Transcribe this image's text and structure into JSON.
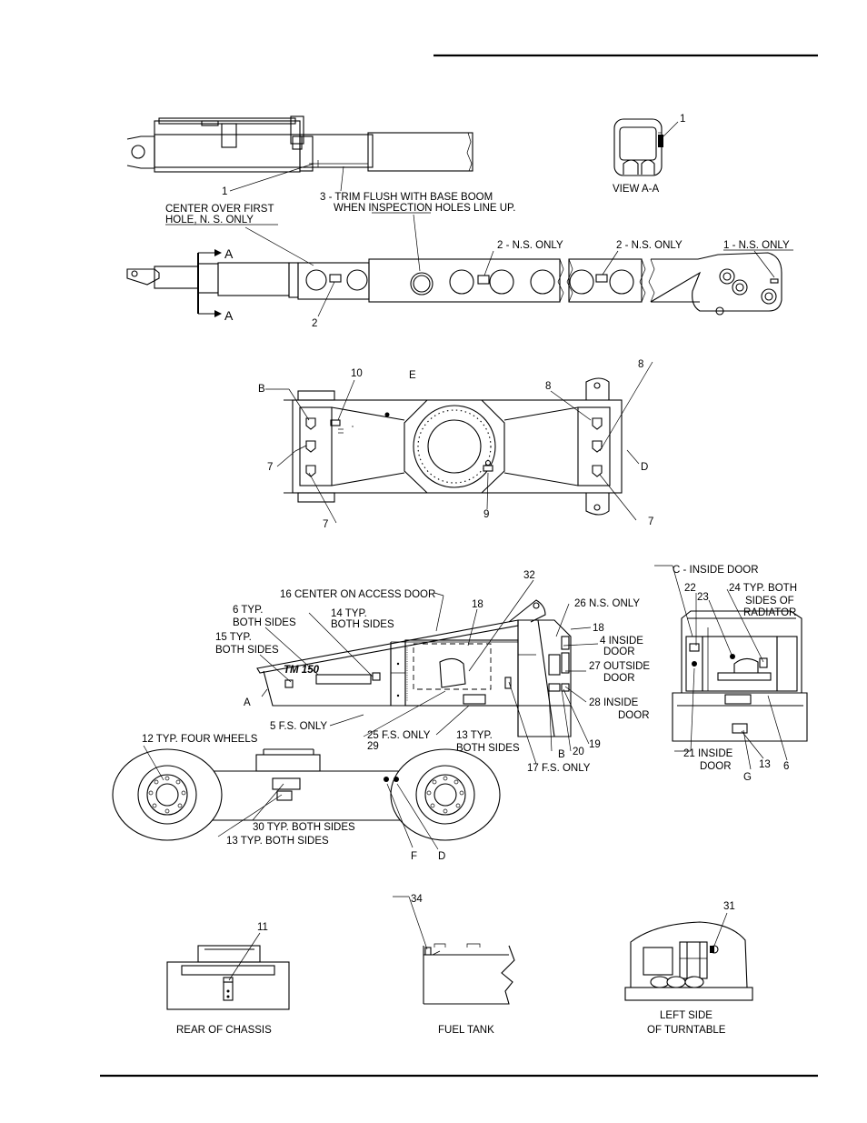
{
  "labels": {
    "boom_1_top": "1",
    "boom_3": "3 - TRIM FLUSH WITH BASE BOOM",
    "boom_3b": "WHEN INSPECTION HOLES LINE UP.",
    "center_over_1": "CENTER OVER FIRST",
    "center_over_2": "HOLE, N. S. ONLY",
    "view_1": "1",
    "view_aa": "VIEW  A-A",
    "ns_2a": "2 - N.S. ONLY",
    "ns_2b": "2 - N.S. ONLY",
    "ns_1": "1 - N.S. ONLY",
    "section_a_top": "A",
    "section_a_bottom": "A",
    "boom_2_bottom": "2",
    "frame_10": "10",
    "frame_e": "E",
    "frame_8_top": "8",
    "frame_8_mid": "8",
    "frame_b": "B",
    "frame_7_left": "7",
    "frame_7_bottom": "7",
    "frame_d": "D",
    "frame_9": "9",
    "frame_7_right": "7",
    "cab_32": "32",
    "cab_16": "16 CENTER ON ACCESS DOOR",
    "cab_18_top": "18",
    "cab_26": "26 N.S. ONLY",
    "cab_6": "6 TYP.",
    "cab_6b": "BOTH SIDES",
    "cab_14": "14 TYP.",
    "cab_14b": "BOTH SIDES",
    "cab_18_right": "18",
    "cab_4": "4 INSIDE",
    "cab_4b": "DOOR",
    "cab_15": "15 TYP.",
    "cab_15b": "BOTH SIDES",
    "cab_27": "27 OUTSIDE",
    "cab_27b": "DOOR",
    "cab_a": "A",
    "cab_28": "28 INSIDE",
    "cab_28b": "DOOR",
    "cab_5": "5 F.S. ONLY",
    "cab_25": "25 F.S. ONLY",
    "cab_29": "29",
    "cab_13": "13 TYP.",
    "cab_13b": "BOTH SIDES",
    "cab_b": "B",
    "cab_20": "20",
    "cab_19": "19",
    "cab_17": "17 F.S. ONLY",
    "rad_c": "C - INSIDE DOOR",
    "rad_22": "22",
    "rad_23": "23",
    "rad_24": "24 TYP. BOTH",
    "rad_24b": "SIDES OF",
    "rad_24c": "RADIATOR",
    "rad_21": "21 INSIDE",
    "rad_21b": "DOOR",
    "rad_13": "13",
    "rad_g": "G",
    "rad_6": "6",
    "chassis_12": "12 TYP. FOUR WHEELS",
    "chassis_30": "30 TYP. BOTH SIDES",
    "chassis_13": "13 TYP. BOTH SIDES",
    "chassis_f": "F",
    "chassis_d": "D",
    "rear_11": "11",
    "rear_caption": "REAR OF CHASSIS",
    "fuel_34": "34",
    "fuel_caption": "FUEL TANK",
    "turn_31": "31",
    "turn_caption_1": "LEFT SIDE",
    "turn_caption_2": "OF TURNTABLE",
    "decal_logo": "TM 150"
  }
}
